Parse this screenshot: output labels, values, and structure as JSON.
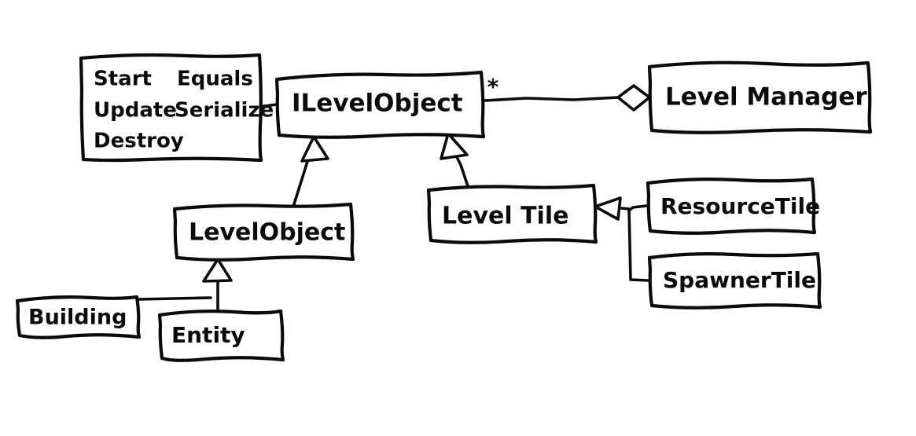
{
  "diagram": {
    "title": "ILevelObject UML class diagram",
    "style": "hand-drawn-sketch",
    "background_color": "#ffffff",
    "ink_color": "#0b0b0b",
    "nodes": [
      {
        "id": "members",
        "name": "members-box",
        "kind": "member-list",
        "members": [
          "Start",
          "Equals",
          "Update",
          "Serialize",
          "Destroy"
        ],
        "columns": [
          [
            "Start",
            "Update",
            "Destroy"
          ],
          [
            "Equals",
            "Serialize"
          ]
        ]
      },
      {
        "id": "ilevelobject",
        "name": "ILevelObject",
        "kind": "interface",
        "label": "ILevelObject"
      },
      {
        "id": "levelmanager",
        "name": "LevelManager",
        "kind": "class",
        "label": "Level Manager"
      },
      {
        "id": "levelobject",
        "name": "LevelObject",
        "kind": "class",
        "label": "LevelObject"
      },
      {
        "id": "leveltile",
        "name": "LevelTile",
        "kind": "class",
        "label": "Level Tile"
      },
      {
        "id": "resourcetile",
        "name": "ResourceTile",
        "kind": "class",
        "label": "ResourceTile"
      },
      {
        "id": "spawnertile",
        "name": "SpawnerTile",
        "kind": "class",
        "label": "SpawnerTile"
      },
      {
        "id": "building",
        "name": "Building",
        "kind": "class",
        "label": "Building"
      },
      {
        "id": "entity",
        "name": "Entity",
        "kind": "class",
        "label": "Entity"
      }
    ],
    "edges": [
      {
        "id": "members-to-ilevelobject",
        "from": "members",
        "to": "ilevelobject",
        "type": "association",
        "multiplicity": ""
      },
      {
        "id": "ilevelobject-to-levelmanager",
        "from": "ilevelobject",
        "to": "levelmanager",
        "type": "aggregation",
        "multiplicity": "*"
      },
      {
        "id": "levelobject-to-ilevelobject",
        "from": "levelobject",
        "to": "ilevelobject",
        "type": "generalization"
      },
      {
        "id": "leveltile-to-ilevelobject",
        "from": "leveltile",
        "to": "ilevelobject",
        "type": "generalization"
      },
      {
        "id": "resourcetile-to-leveltile",
        "from": "resourcetile",
        "to": "leveltile",
        "type": "generalization"
      },
      {
        "id": "spawnertile-to-leveltile",
        "from": "spawnertile",
        "to": "leveltile",
        "type": "generalization"
      },
      {
        "id": "entity-to-levelobject",
        "from": "entity",
        "to": "levelobject",
        "type": "generalization"
      },
      {
        "id": "building-to-levelobject",
        "from": "building",
        "to": "levelobject",
        "type": "generalization"
      }
    ]
  }
}
